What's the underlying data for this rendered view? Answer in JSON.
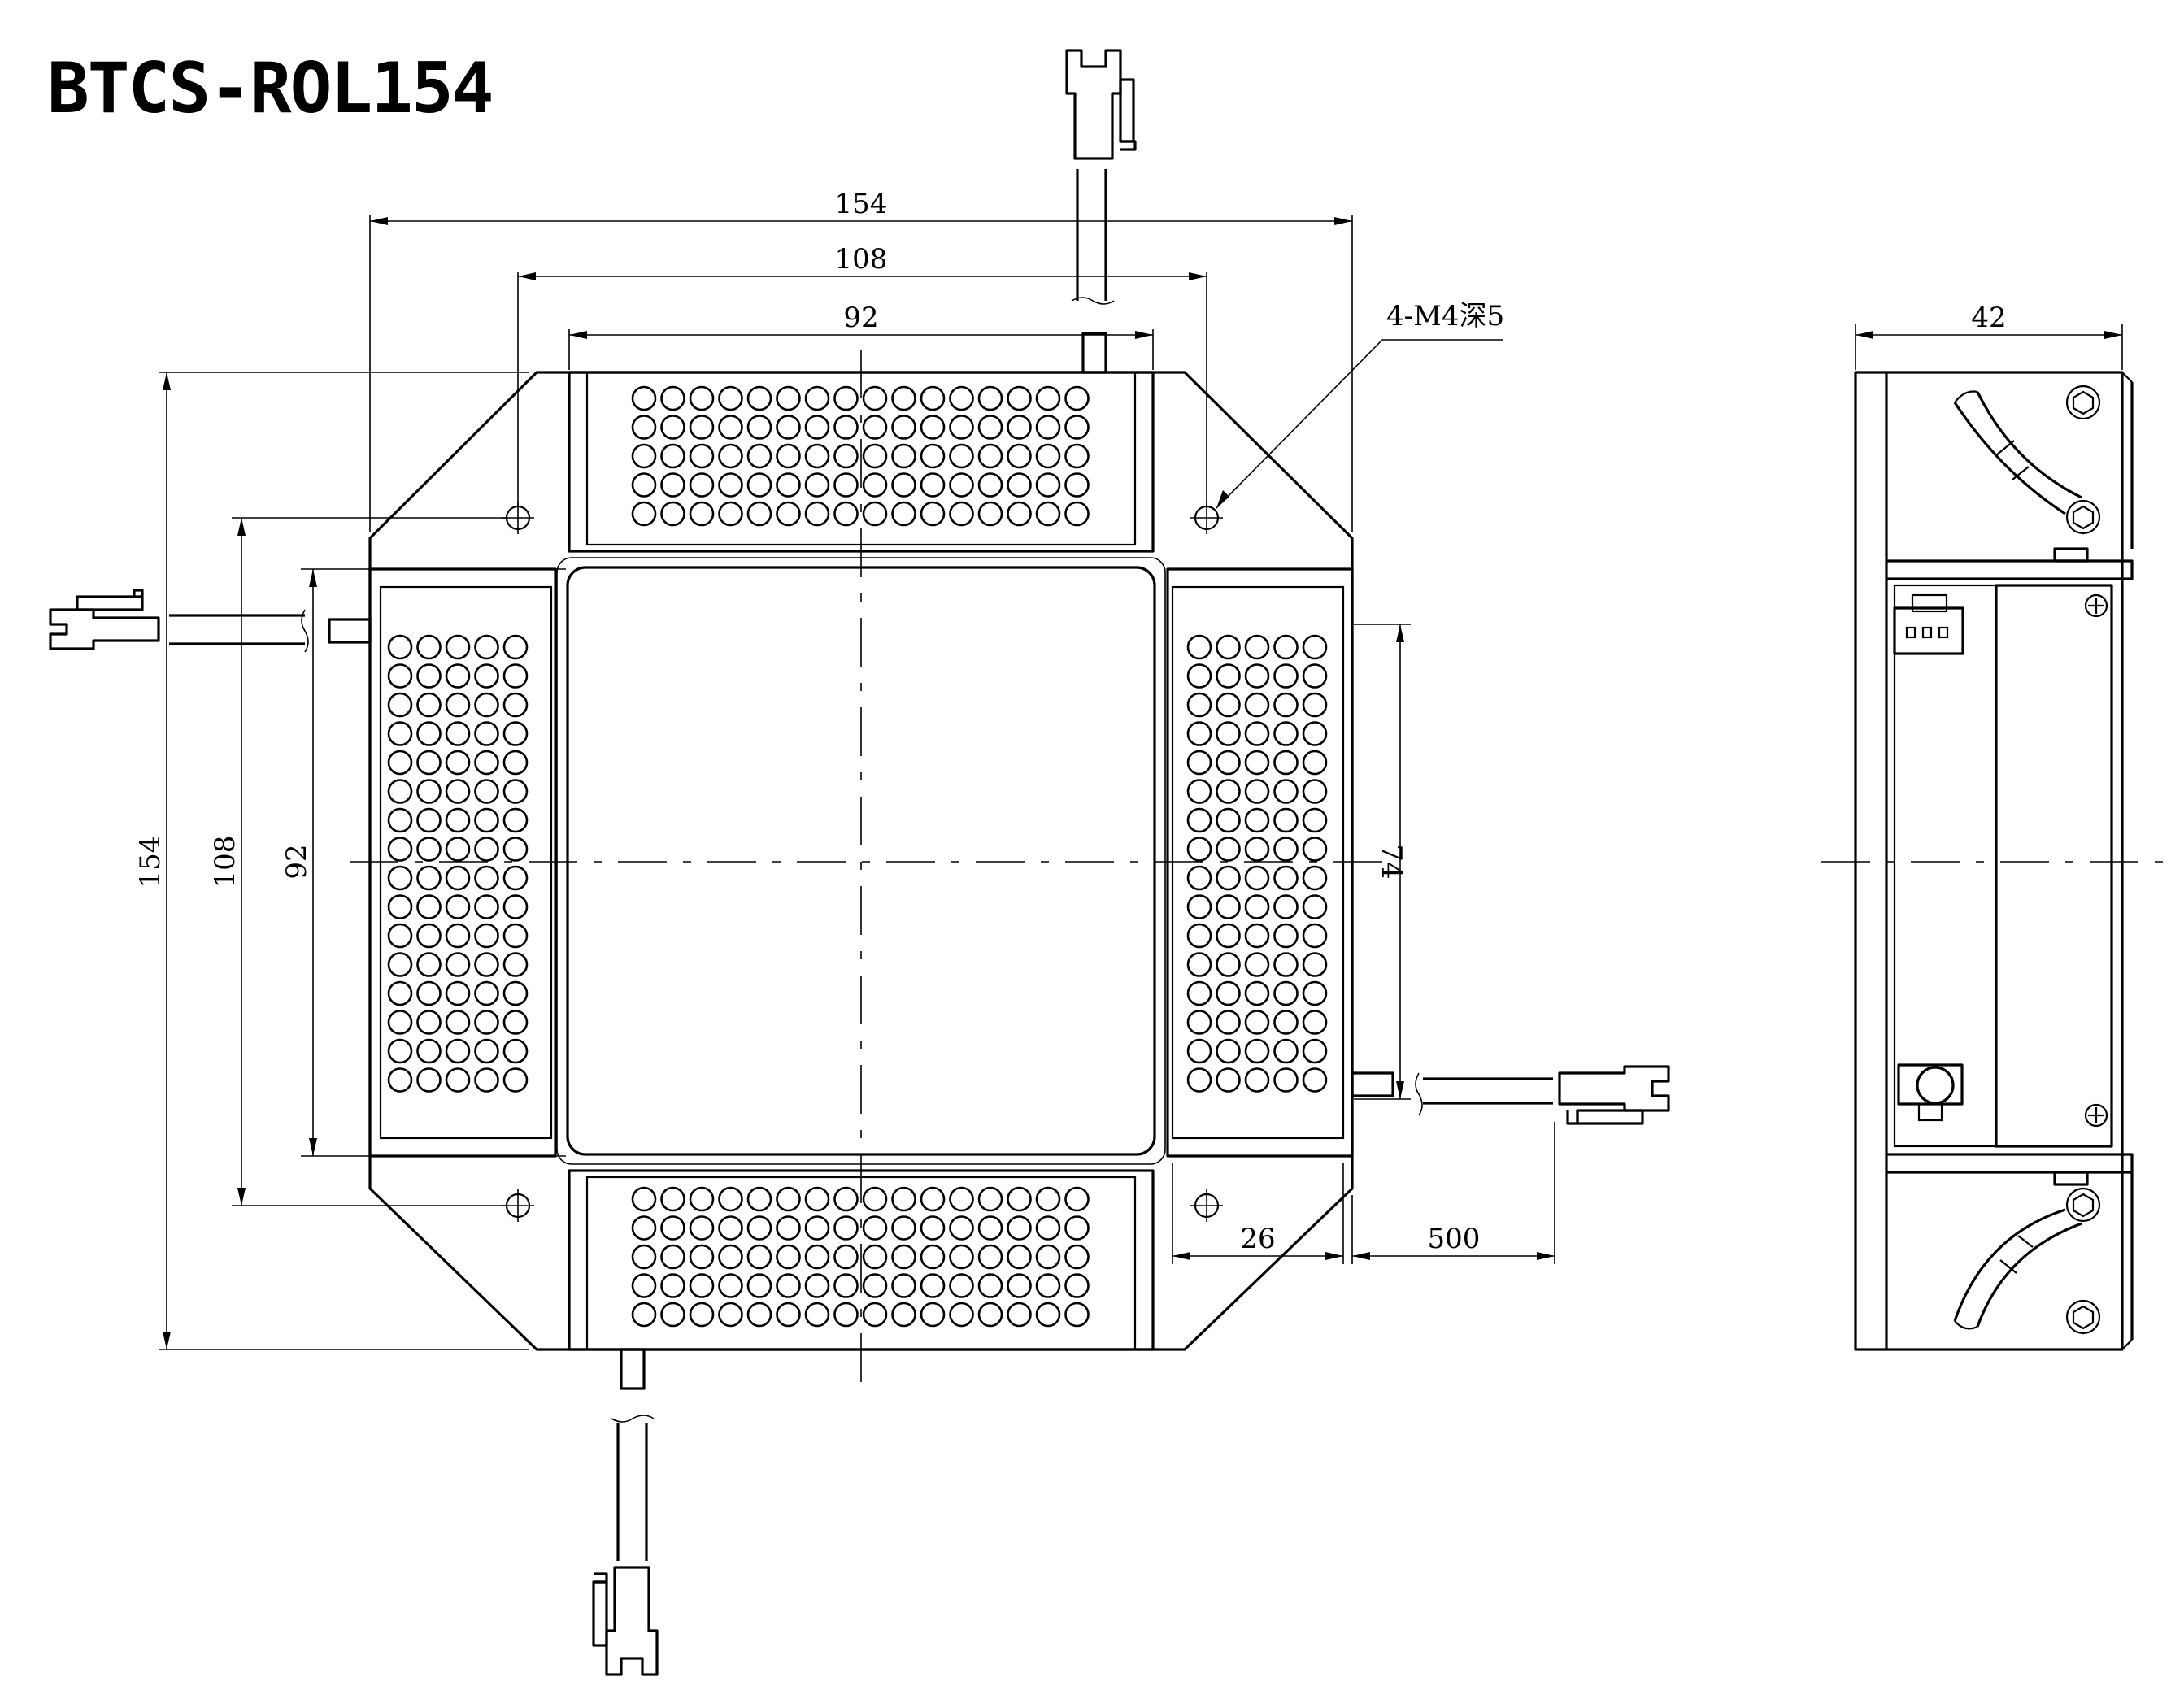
{
  "title": "BTCS-ROL154",
  "dimensions": {
    "top_width_outer": "154",
    "top_width_holes": "108",
    "top_width_inner": "92",
    "hole_callout": "4-M4深5",
    "left_height_outer": "154",
    "left_height_holes": "108",
    "left_height_inner": "92",
    "right_panel_length": "74",
    "panel_width": "26",
    "cable_length": "500",
    "side_depth": "42"
  }
}
